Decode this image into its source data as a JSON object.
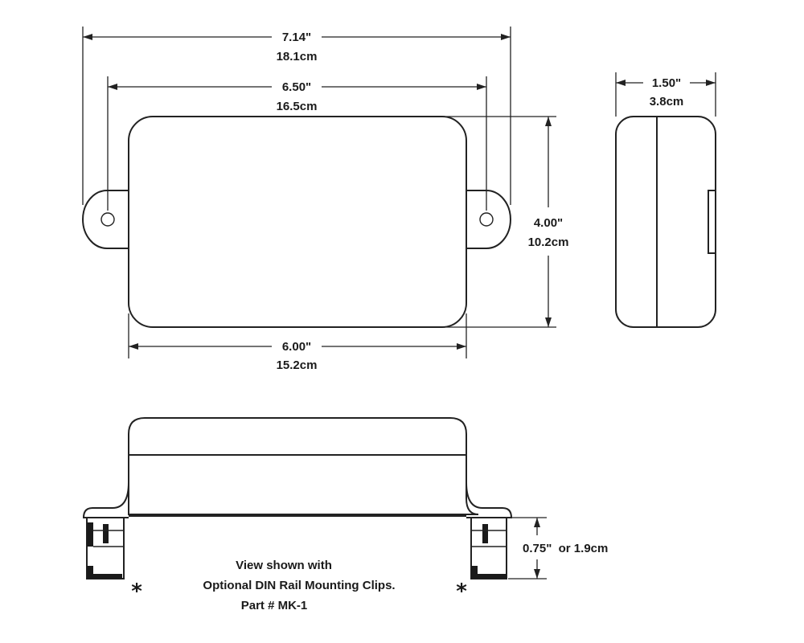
{
  "dimensions": {
    "overall_length": {
      "in": "7.14\"",
      "cm": "18.1cm"
    },
    "hole_spacing": {
      "in": "6.50\"",
      "cm": "16.5cm"
    },
    "body_length": {
      "in": "6.00\"",
      "cm": "15.2cm"
    },
    "height_front": {
      "in": "4.00\"",
      "cm": "10.2cm"
    },
    "depth_side": {
      "in": "1.50\"",
      "cm": "3.8cm"
    },
    "clip_height": "0.75\"  or 1.9cm"
  },
  "note": {
    "line1": "View shown with",
    "line2": "Optional DIN Rail Mounting Clips.",
    "line3": "Part # MK-1"
  },
  "asterisk": "*"
}
